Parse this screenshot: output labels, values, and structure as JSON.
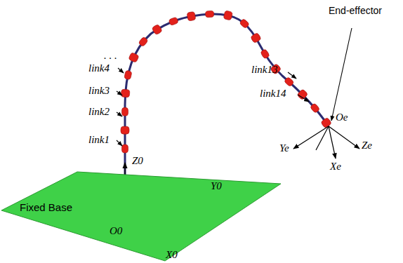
{
  "diagram": {
    "nodes": [
      {
        "text": [
          "Fixed Base"
        ]
      }
    ],
    "edges": [],
    "labels": [
      "End-effector",
      ". . .",
      "link4",
      "link3",
      "link2",
      "link1",
      "link13",
      "link14",
      "Oe",
      "Ye",
      "Xe",
      "Ze",
      "Z0",
      "Y0",
      "O0",
      "X0"
    ]
  }
}
